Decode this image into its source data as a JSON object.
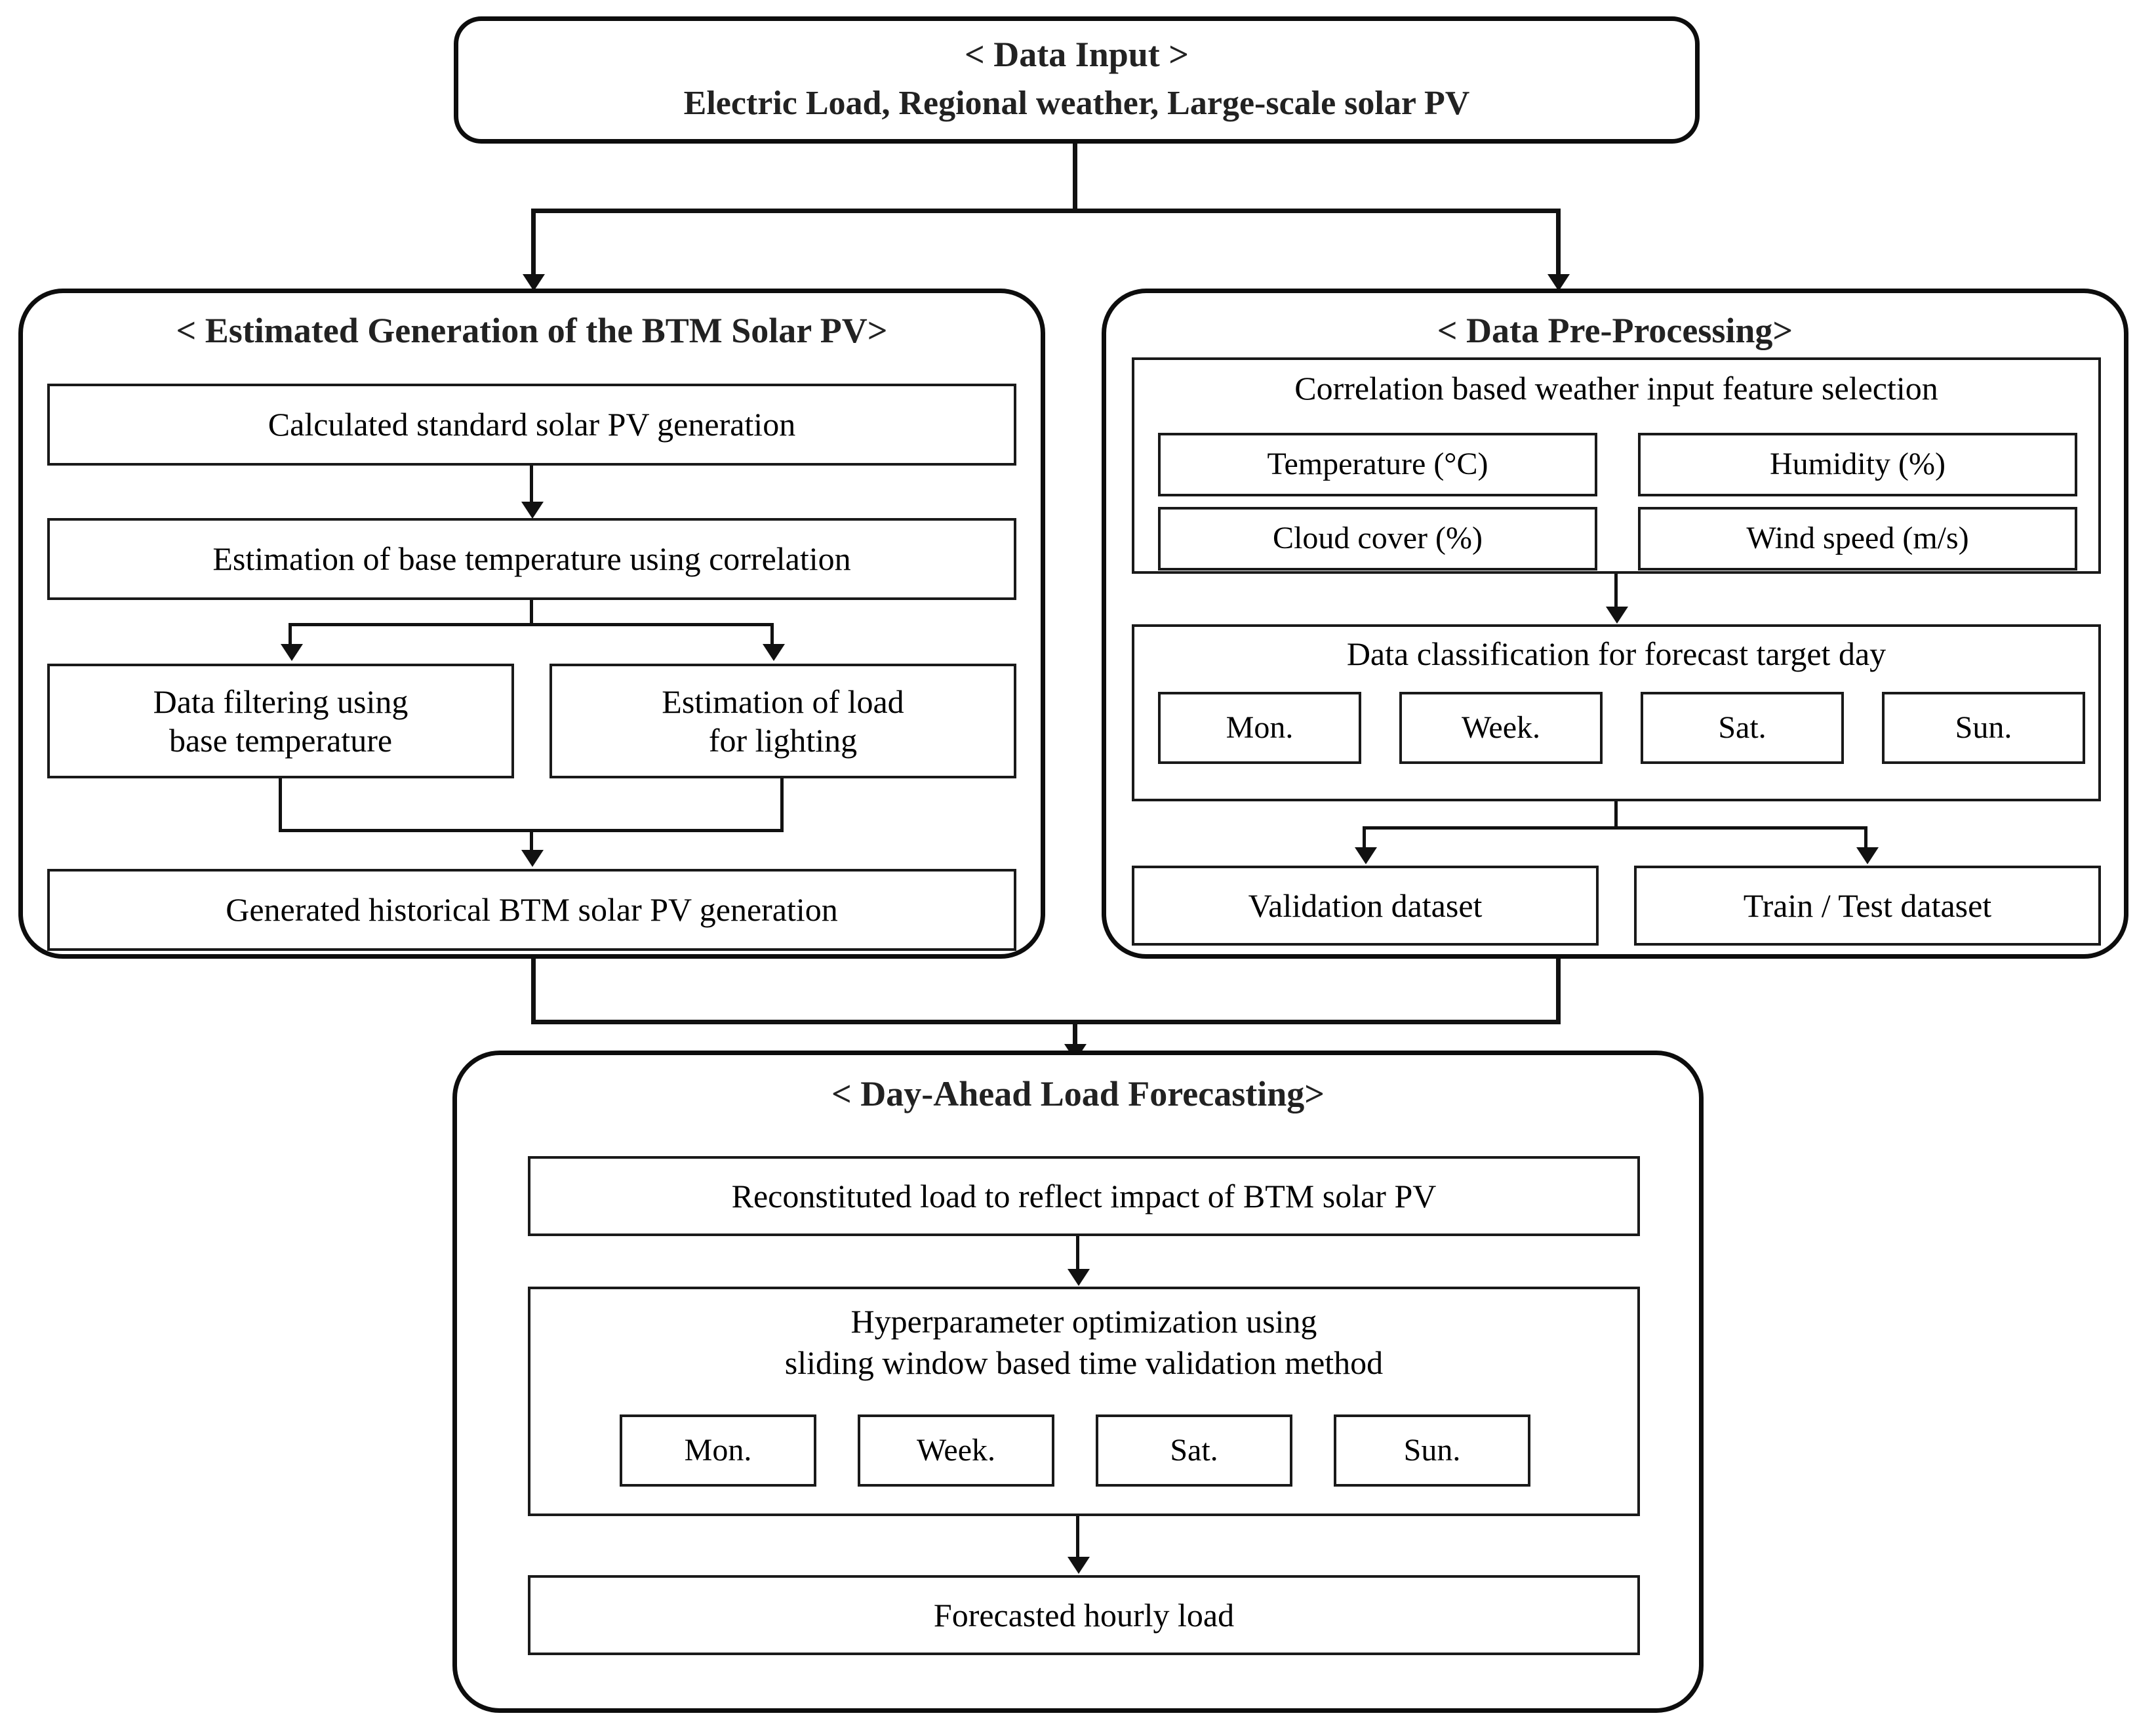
{
  "diagram": {
    "type": "flowchart",
    "input": {
      "title": "< Data Input >",
      "subtitle": "Electric Load, Regional weather, Large-scale solar PV"
    },
    "left_panel": {
      "title": "< Estimated Generation of the BTM Solar PV>",
      "steps": [
        "Calculated standard solar PV generation",
        "Estimation of base temperature using correlation"
      ],
      "parallel": [
        "Data filtering using\nbase temperature",
        "Estimation of load\nfor lighting"
      ],
      "result": "Generated historical BTM solar PV generation"
    },
    "right_panel": {
      "title": "< Data Pre-Processing>",
      "feature_group": {
        "heading": "Correlation based weather input feature selection",
        "features": [
          "Temperature (°C)",
          "Humidity (%)",
          "Cloud cover (%)",
          "Wind speed (m/s)"
        ]
      },
      "classification_group": {
        "heading": "Data classification for forecast target day",
        "days": [
          "Mon.",
          "Week.",
          "Sat.",
          "Sun."
        ]
      },
      "datasets": [
        "Validation dataset",
        "Train / Test dataset"
      ]
    },
    "bottom_panel": {
      "title": "< Day-Ahead Load Forecasting>",
      "first_step": "Reconstituted load to reflect impact of BTM solar PV",
      "optimization_group": {
        "heading": "Hyperparameter optimization using\nsliding window based time validation method",
        "days": [
          "Mon.",
          "Week.",
          "Sat.",
          "Sun."
        ]
      },
      "output": "Forecasted hourly load"
    },
    "colors": {
      "stroke": "#111111",
      "panel_stroke": "#0d0d0d",
      "background": "#ffffff",
      "title_text": "#222222"
    }
  }
}
